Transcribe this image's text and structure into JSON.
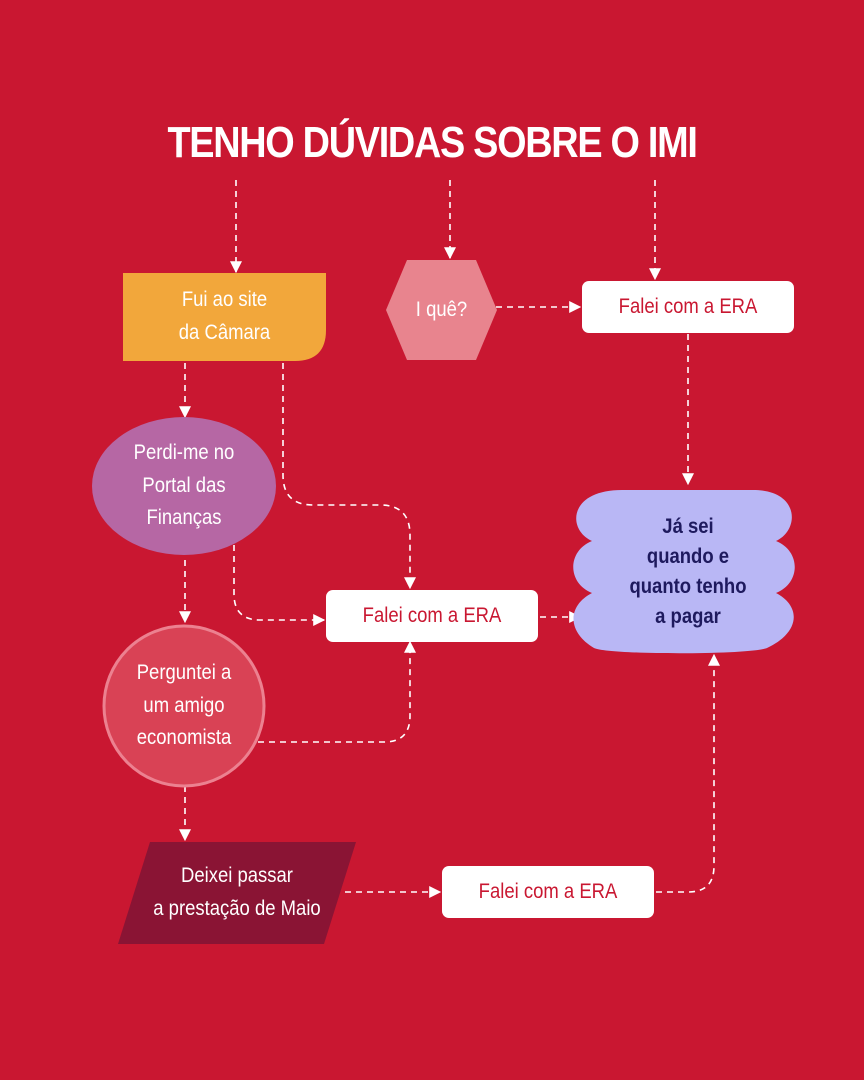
{
  "title": "TENHO DÚVIDAS SOBRE O IMI",
  "colors": {
    "background": "#c91731",
    "site_camara": "#f2a73b",
    "i_que": "#e8848e",
    "portal_financas": "#b667a4",
    "amigo": "#d94255",
    "prestacao": "#8a1434",
    "ja_sei": "#b9b7f5",
    "era_box": "#ffffff",
    "connector": "#ffffff"
  },
  "nodes": {
    "site_camara": {
      "line1": "Fui ao site",
      "line2": "da Câmara"
    },
    "i_que": {
      "label": "I quê?"
    },
    "era_top": {
      "label": "Falei com a ERA"
    },
    "portal_financas": {
      "line1": "Perdi-me no",
      "line2": "Portal das",
      "line3": "Finanças"
    },
    "era_middle": {
      "label": "Falei com a ERA"
    },
    "ja_sei": {
      "line1": "Já sei",
      "line2": "quando e",
      "line3": "quanto tenho",
      "line4": "a pagar"
    },
    "amigo": {
      "line1": "Perguntei a",
      "line2": "um amigo",
      "line3": "economista"
    },
    "prestacao": {
      "line1": "Deixei passar",
      "line2": "a prestação de Maio"
    },
    "era_bottom": {
      "label": "Falei com a ERA"
    }
  }
}
